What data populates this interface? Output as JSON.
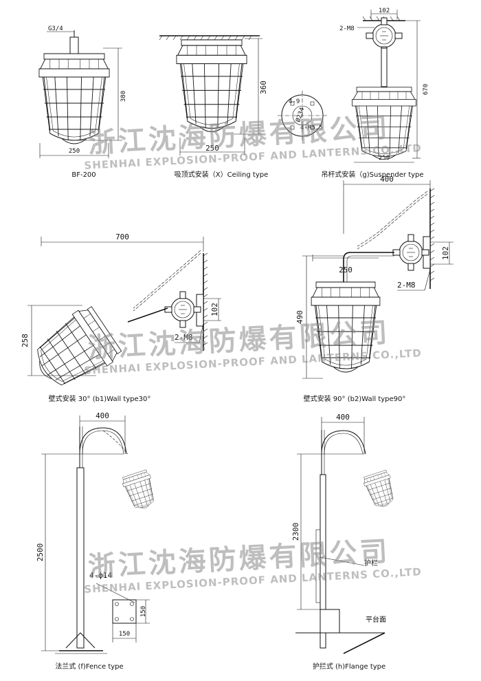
{
  "dims": {
    "bf_thread": "G3/4",
    "bf_height": "380",
    "bf_width": "250",
    "ceil_height": "360",
    "ceil_width": "250",
    "susp_top": "102",
    "susp_bolt": "2-M8",
    "susp_height": "670",
    "susp_width": "250",
    "plate_holes": "4-9",
    "plate_dia": "Ø234",
    "plate_slot": "4-R5.5",
    "wall90_reach": "400",
    "wall90_box": "102",
    "wall90_bolt": "2-M8",
    "wall90_height": "490",
    "wall90_width": "250",
    "wall30_reach": "700",
    "wall30_box": "102",
    "wall30_bolt": "2-M8",
    "wall30_height": "258",
    "fence_reach": "400",
    "fence_height": "2500",
    "fence_holes": "4-ф14",
    "fence_base_w": "150",
    "fence_base_h": "150",
    "flange_reach": "400",
    "flange_height": "2300",
    "flange_rail": "护栏",
    "flange_platform": "平台面"
  },
  "captions": {
    "bf": "BF-200",
    "ceiling": "吸顶式安装（X）Ceiling type",
    "suspender": "吊杆式安装（g)Suspender type",
    "wall30": "壁式安装 30°  (b1)Wall type30°",
    "wall90": "壁式安装 90°  (b2)Wall type90°",
    "fence": "法兰式 (f)Fence type",
    "flange": "护拦式 (h)Flange type"
  },
  "watermark": {
    "company_cn": "浙江沈海防爆有限公司",
    "company_en": "SHENHAI EXPLOSION-PROOF AND LANTERNS CO.,LTD"
  }
}
